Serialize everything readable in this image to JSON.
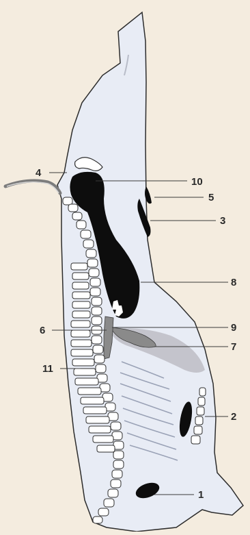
{
  "diagram": {
    "callouts": [
      {
        "id": "1",
        "label": "1"
      },
      {
        "id": "2",
        "label": "2"
      },
      {
        "id": "3",
        "label": "3"
      },
      {
        "id": "4",
        "label": "4"
      },
      {
        "id": "5",
        "label": "5"
      },
      {
        "id": "6",
        "label": "6"
      },
      {
        "id": "7",
        "label": "7"
      },
      {
        "id": "8",
        "label": "8"
      },
      {
        "id": "9",
        "label": "9"
      },
      {
        "id": "10",
        "label": "10"
      },
      {
        "id": "11",
        "label": "11"
      }
    ],
    "colors": {
      "background": "#f4ecdf",
      "carcass_fill": "#e8ecf5",
      "outline": "#2c2c2c",
      "dark_region": "#0d0d0d",
      "gray_region": "#8a8a8a",
      "light_gray_region": "#c4c4cc",
      "bone_fill": "#ffffff"
    }
  }
}
